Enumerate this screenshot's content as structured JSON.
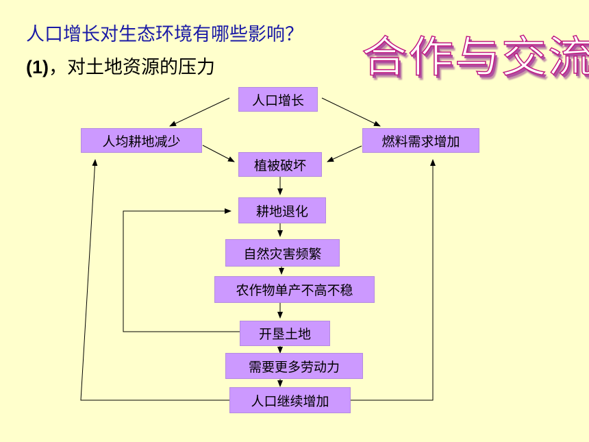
{
  "heading": {
    "title": "人口增长对生态环境有哪些影响？",
    "sub_num": "(1)",
    "sub_text": "，对土地资源的压力",
    "wordart": "合作与交流"
  },
  "nodes": {
    "population_growth": "人口增长",
    "per_capita_farmland_decrease": "人均耕地减少",
    "fuel_demand_increase": "燃料需求增加",
    "vegetation_destroyed": "植被破坏",
    "farmland_degradation": "耕地退化",
    "frequent_natural_disasters": "自然灾害频繁",
    "low_unstable_yield": "农作物单产不高不稳",
    "land_reclamation": "开垦土地",
    "more_labor_needed": "需要更多劳动力",
    "population_continues": "人口继续增加"
  },
  "colors": {
    "background": "#ffffcc",
    "box_fill": "#cc99ff",
    "title_text": "#1a1aa6",
    "wordart_outline": "#c0187f"
  }
}
